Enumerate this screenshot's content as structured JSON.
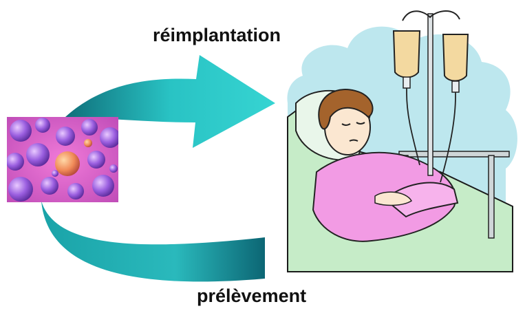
{
  "labels": {
    "top": "réimplantation",
    "bottom": "prélèvement"
  },
  "colors": {
    "arrow": "#2ec4c6",
    "arrow_dark": "#0e6e78",
    "cells_bg": "#d861c6",
    "cells": "#9a59d6",
    "sky": "#bde7ee",
    "sheet": "#c6ecc8",
    "gown": "#f29be4",
    "hair": "#a4632c",
    "skin": "#fbe7d1",
    "iv_fluid": "#f3d9a0"
  },
  "icons": [
    "cell-culture-image",
    "patient-in-bed-clipart",
    "iv-drip-icon"
  ]
}
